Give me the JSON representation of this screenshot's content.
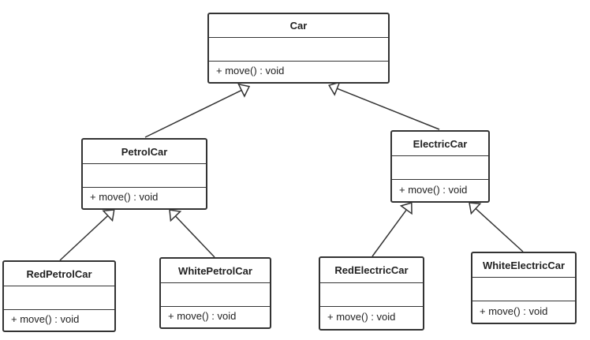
{
  "diagram": {
    "classes": [
      {
        "id": "car",
        "name": "Car",
        "operations": [
          "+ move() : void"
        ]
      },
      {
        "id": "petrol-car",
        "name": "PetrolCar",
        "operations": [
          "+ move() : void"
        ]
      },
      {
        "id": "electric-car",
        "name": "ElectricCar",
        "operations": [
          "+ move() : void"
        ]
      },
      {
        "id": "red-petrol-car",
        "name": "RedPetrolCar",
        "operations": [
          "+ move() : void"
        ]
      },
      {
        "id": "white-petrol-car",
        "name": "WhitePetrolCar",
        "operations": [
          "+ move() : void"
        ]
      },
      {
        "id": "red-electric-car",
        "name": "RedElectricCar",
        "operations": [
          "+ move() : void"
        ]
      },
      {
        "id": "white-electric-car",
        "name": "WhiteElectricCar",
        "operations": [
          "+ move() : void"
        ]
      }
    ],
    "relations": [
      {
        "type": "generalization",
        "from": "petrol-car",
        "to": "car"
      },
      {
        "type": "generalization",
        "from": "electric-car",
        "to": "car"
      },
      {
        "type": "generalization",
        "from": "red-petrol-car",
        "to": "petrol-car"
      },
      {
        "type": "generalization",
        "from": "white-petrol-car",
        "to": "petrol-car"
      },
      {
        "type": "generalization",
        "from": "red-electric-car",
        "to": "electric-car"
      },
      {
        "type": "generalization",
        "from": "white-electric-car",
        "to": "electric-car"
      }
    ]
  }
}
